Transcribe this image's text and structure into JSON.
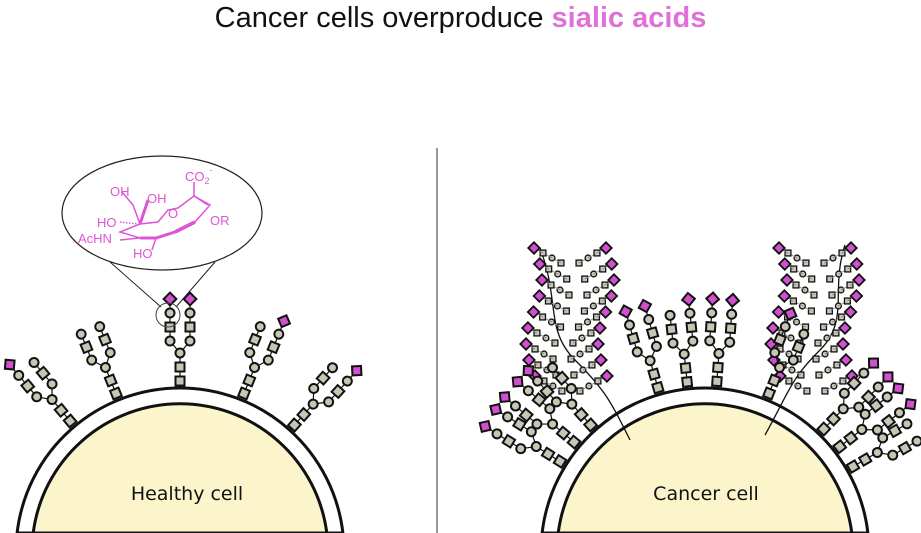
{
  "title": {
    "prefix": "Cancer cells overproduce",
    "highlight": "sialic acids"
  },
  "colors": {
    "sialic": "#d050d0",
    "sugar": "#c9c5b5",
    "cytoplasm": "#fcf5cc",
    "chem": "#dd55d5"
  },
  "healthy_cell": {
    "label": "Healthy cell"
  },
  "cancer_cell": {
    "label": "Cancer cell"
  },
  "structure": {
    "oh1": "OH",
    "oh2": "OH",
    "co2": "CO",
    "co2_sub": "2",
    "charge": "-",
    "ho1": "HO",
    "ring_o": "O",
    "or": "OR",
    "achn": "AcHN",
    "ho2": "HO"
  }
}
